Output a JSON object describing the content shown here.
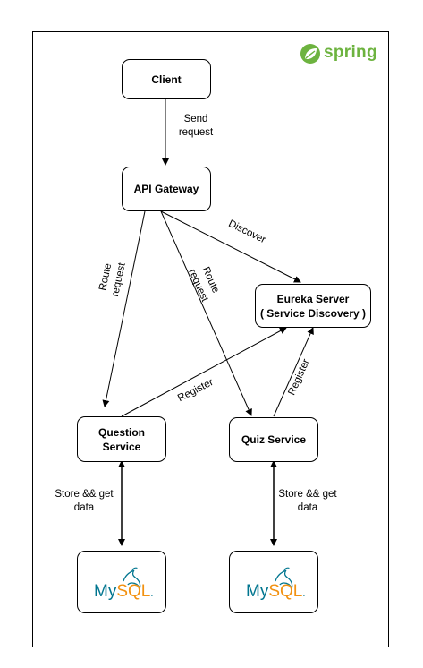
{
  "brand": {
    "name": "spring",
    "color": "#6DB33F"
  },
  "nodes": {
    "client": "Client",
    "gateway": "API Gateway",
    "eureka": {
      "line1": "Eureka Server",
      "line2": "( Service Discovery )"
    },
    "question": {
      "line1": "Question",
      "line2": "Service"
    },
    "quiz": "Quiz Service",
    "db_left": {
      "my": "My",
      "sql": "SQL",
      "dot": "."
    },
    "db_right": {
      "my": "My",
      "sql": "SQL",
      "dot": "."
    }
  },
  "edges": {
    "send_request": {
      "line1": "Send",
      "line2": "request"
    },
    "discover": "Discover",
    "route_left": {
      "line1": "Route",
      "line2": "request"
    },
    "route_right": {
      "line1": "Route",
      "line2": "request"
    },
    "register_question": "Register",
    "register_quiz": "Register",
    "store_left": {
      "line1": "Store && get",
      "line2": "data"
    },
    "store_right": {
      "line1": "Store && get",
      "line2": "data"
    }
  },
  "colors": {
    "mysql_blue": "#00758F",
    "mysql_orange": "#F29111"
  }
}
